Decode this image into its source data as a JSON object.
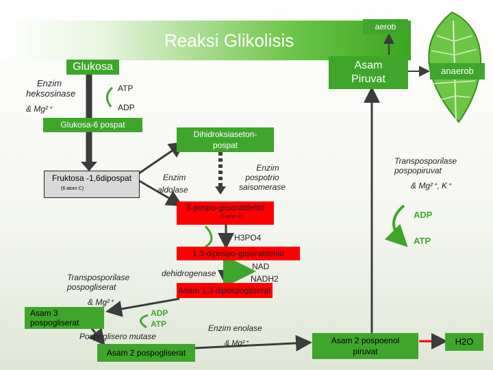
{
  "title": "Reaksi Glikolisis",
  "nodes": {
    "glukosa": "Glukosa",
    "asam_piruvat_1": "Asam",
    "asam_piruvat_2": "Piruvat",
    "aerob": "aerob",
    "anaerob": "anaerob",
    "glukosa6": "Glukosa-6 pospat",
    "dihidro_1": "Dihidroksiaseton-",
    "dihidro_2": "pospat",
    "fruktosa": "Fruktosa -1,6dipospat",
    "fruktosa_sub": "(6 atom C)",
    "gliseraldehid": "3-pospo-gliseraldehid",
    "gliseraldehid_sub": "(3 atom C)",
    "difosfo_gliseraldehid": "1,3-dipospo-gliseraldehid",
    "asam_13": "Asam 1,3 dipospogliserat",
    "asam3_1": "Asam 3",
    "asam3_2": "pospogliserat",
    "asam2": "Asam 2 pospogliserat",
    "pep_1": "Asam 2 pospoenol",
    "pep_2": "piruvat",
    "h2o": "H2O"
  },
  "labels": {
    "enzim_heksokinase_1": "Enzim",
    "enzim_heksokinase_2": "heksosinase",
    "mg1": "& Mg²⁺",
    "atp1": "ATP",
    "adp1": "ADP",
    "enzim_aldolase_1": "Enzim",
    "enzim_aldolase_2": "aldolase",
    "enzim_isomerase_1": "Enzim",
    "enzim_isomerase_2": "pospotrio",
    "enzim_isomerase_3": "saisomerase",
    "h3po4": "H3PO4",
    "nad": "NAD",
    "nadh2": "NADH2",
    "dehidrogenase": "dehidrogenase",
    "transpos_gliserat_1": "Transposporilase",
    "transpos_gliserat_2": "pospogliserat",
    "mg2": "& Mg²⁺",
    "adp2": "ADP",
    "atp2": "ATP",
    "mutase": "Pospoglisero mutase",
    "enolase_1": "Enzim enolase",
    "enolase_2": "& Mg²⁺",
    "transpos_piruvat_1": "Transposporilase",
    "transpos_piruvat_2": "pospopiruvat",
    "mg_k": "& Mg²⁺, K⁺",
    "adp3": "ADP",
    "atp3": "ATP"
  },
  "colors": {
    "green": "#3ea62b",
    "red": "#ff0000",
    "gray": "#d9d9d9",
    "dark": "#3c3c3c"
  }
}
